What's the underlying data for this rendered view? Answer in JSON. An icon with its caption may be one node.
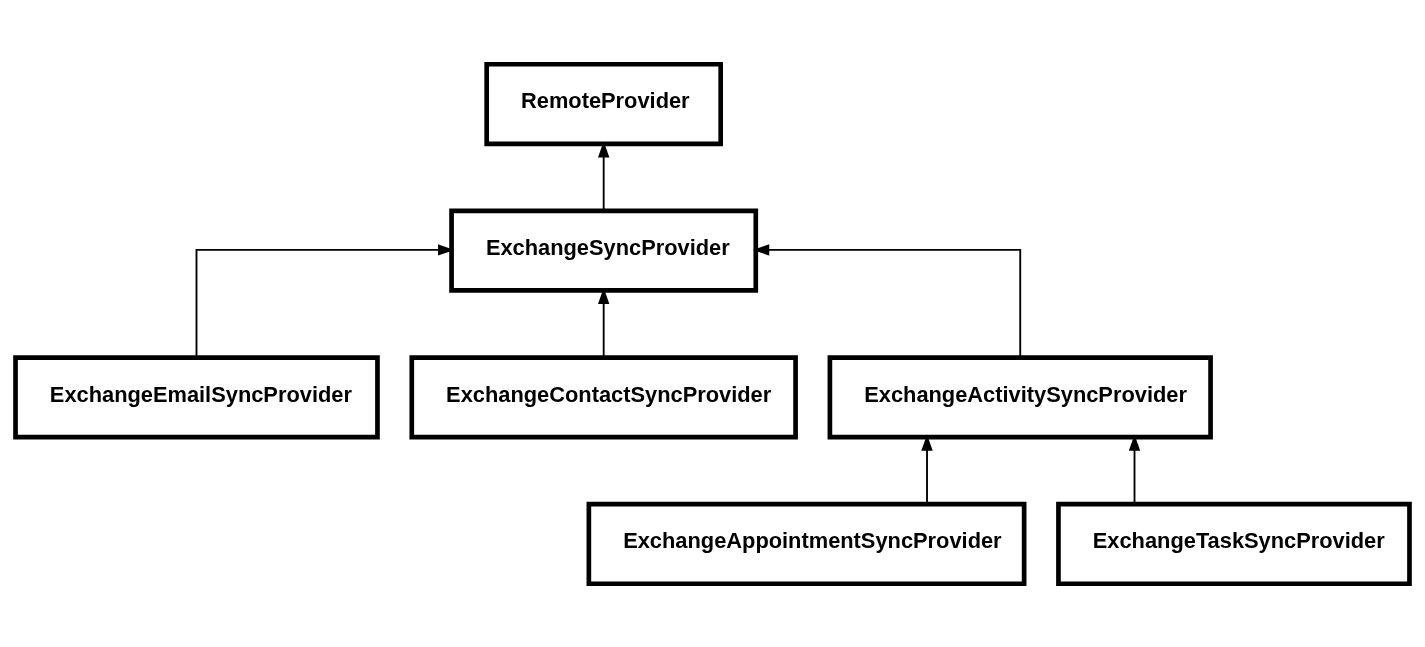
{
  "diagram": {
    "nodes": [
      {
        "text": [
          "RemoteProvider"
        ]
      },
      {
        "text": [
          "ExchangeSyncProvider"
        ]
      },
      {
        "text": [
          "ExchangeEmailSyncProvider"
        ]
      },
      {
        "text": [
          "ExchangeContactSyncProvider"
        ]
      },
      {
        "text": [
          "ExchangeActivitySyncProvider"
        ]
      },
      {
        "text": [
          "ExchangeAppointmentSyncProvider"
        ]
      },
      {
        "text": [
          "ExchangeTaskSyncProvider"
        ]
      }
    ],
    "edges": [
      {
        "from": 1,
        "to": 0,
        "arrow": "to"
      },
      {
        "from": 2,
        "to": 1,
        "arrow": "to"
      },
      {
        "from": 3,
        "to": 1,
        "arrow": "to"
      },
      {
        "from": 4,
        "to": 1,
        "arrow": "to"
      },
      {
        "from": 5,
        "to": 4,
        "arrow": "to"
      },
      {
        "from": 6,
        "to": 4,
        "arrow": "to"
      }
    ]
  }
}
